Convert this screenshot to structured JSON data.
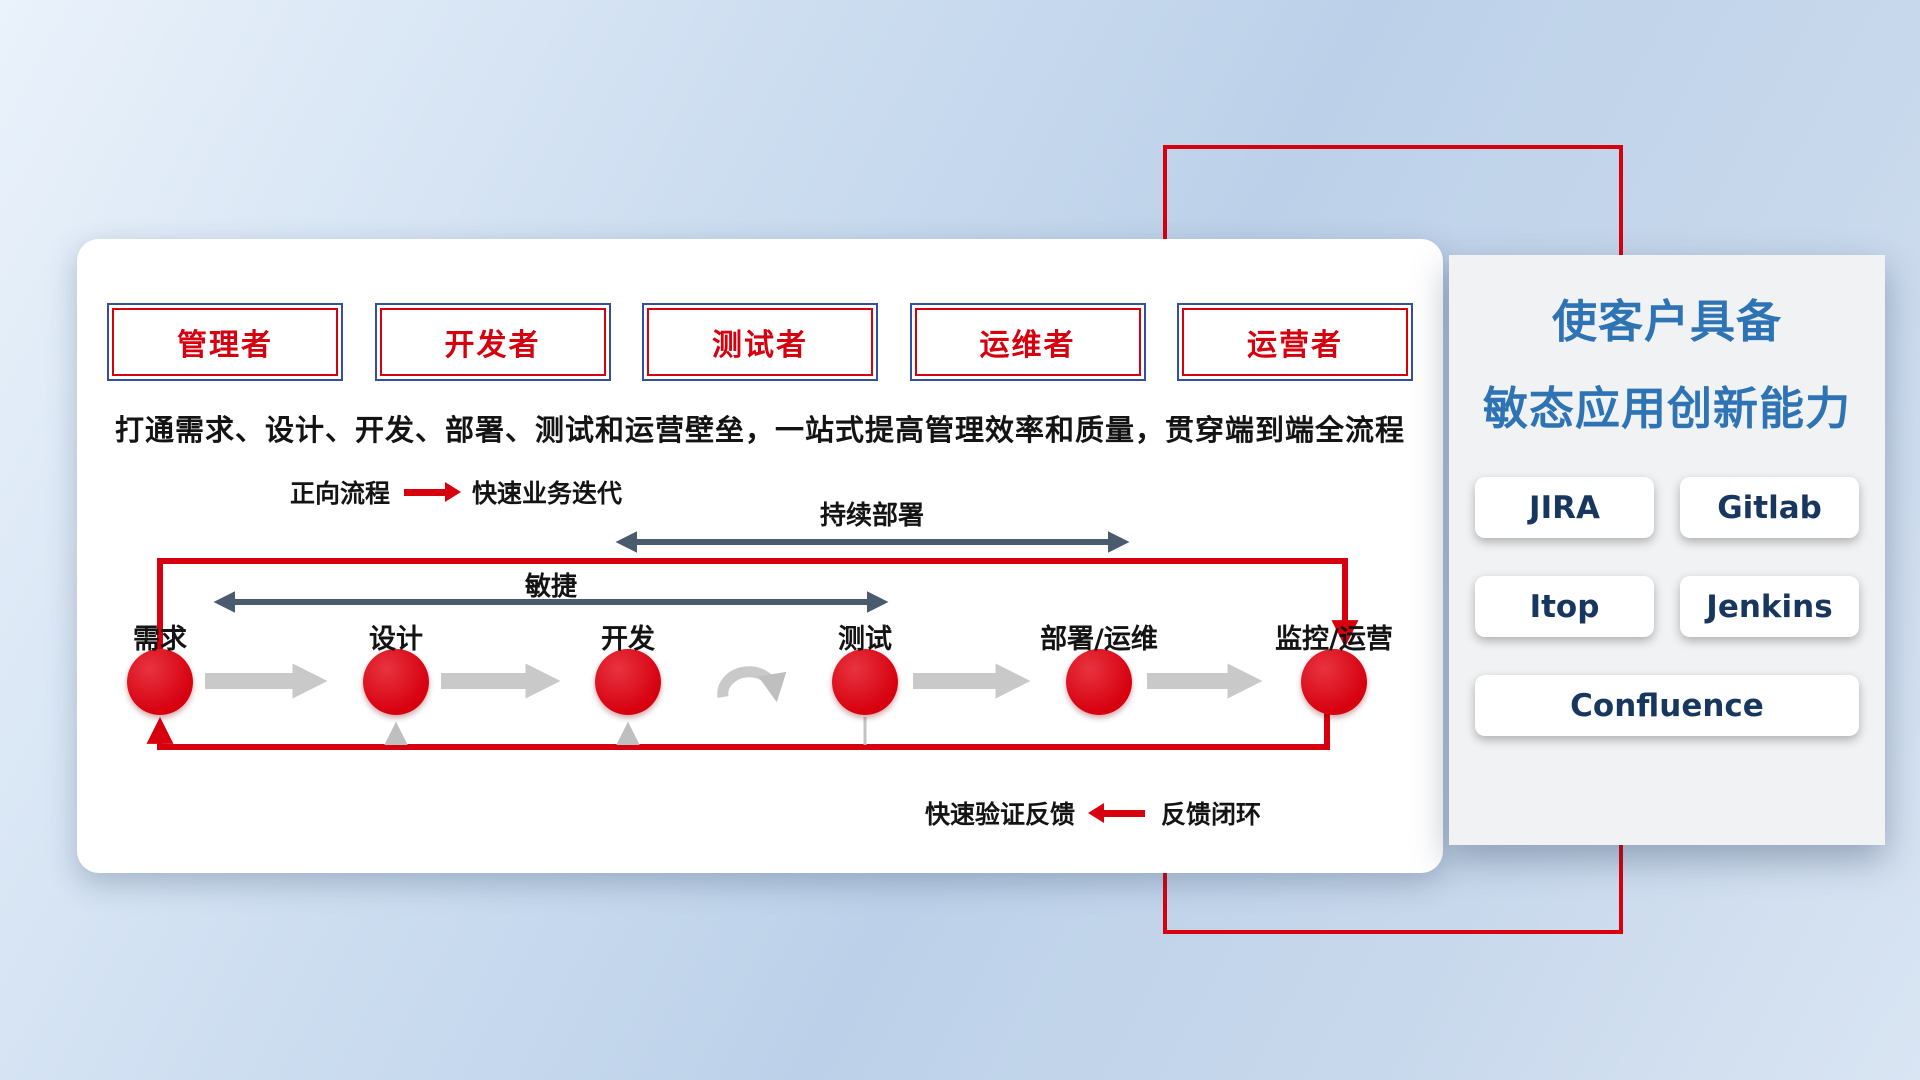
{
  "colors": {
    "red": "#d7000f",
    "navy": "#17375e",
    "blue": "#2e74b5",
    "slate": "#4a5b6e",
    "gray_arrow": "#c9c9c9",
    "panel_gray": "#f1f2f4"
  },
  "roles": [
    {
      "label": "管理者"
    },
    {
      "label": "开发者"
    },
    {
      "label": "测试者"
    },
    {
      "label": "运维者"
    },
    {
      "label": "运营者"
    }
  ],
  "description": "打通需求、设计、开发、部署、测试和运营壁垒，一站式提高管理效率和质量，贯穿端到端全流程",
  "legend_forward": {
    "label": "正向流程",
    "value": "快速业务迭代"
  },
  "flow_labels": {
    "continuous_deployment": "持续部署",
    "agile": "敏捷"
  },
  "stages": [
    {
      "label": "需求"
    },
    {
      "label": "设计"
    },
    {
      "label": "开发"
    },
    {
      "label": "测试"
    },
    {
      "label": "部署/运维"
    },
    {
      "label": "监控/运营"
    }
  ],
  "legend_feedback": {
    "value": "快速验证反馈",
    "label": "反馈闭环"
  },
  "right_panel": {
    "title_line1": "使客户具备",
    "title_line2": "敏态应用创新能力",
    "tools": [
      "JIRA",
      "Gitlab",
      "Itop",
      "Jenkins",
      "Confluence"
    ]
  }
}
